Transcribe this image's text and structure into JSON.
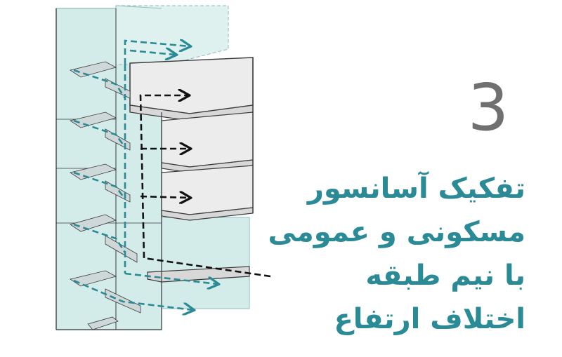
{
  "number": "3",
  "caption_lines": [
    "تفکیک آسانسور",
    "مسکونی و عمومی",
    "با نیم طبقه",
    "اختلاف ارتفاع"
  ],
  "colors": {
    "teal": "#2a8a96",
    "glass_fill": "#d4ece9",
    "glass_stroke": "#8fbcbc",
    "slab_fill": "#e6e6e6",
    "wall_stroke": "#3a3a3a",
    "black_path": "#111111",
    "number_gray": "#707070"
  },
  "icons": {
    "teal_arrow": "arrow-right-dashed",
    "black_arrow": "arrow-right-dashed"
  }
}
